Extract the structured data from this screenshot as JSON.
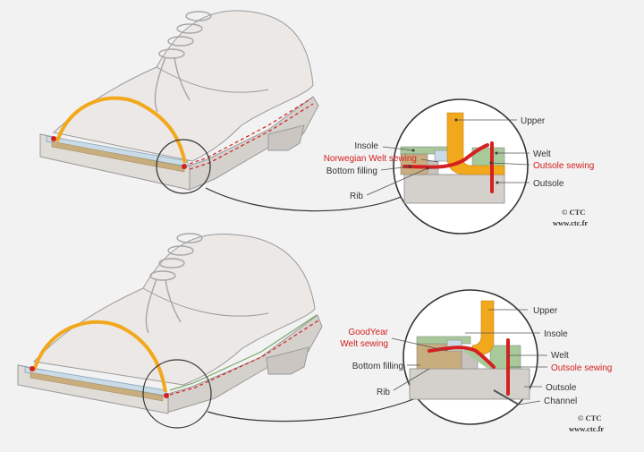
{
  "colors": {
    "background": "#f2f2f2",
    "shoe_fill": "#ebe8e6",
    "shoe_stroke": "#9a9a9a",
    "upper_orange": "#f2a81c",
    "insole_blue": "#c9dbe6",
    "filling_cork": "#c8ad7e",
    "welt_green": "#a8c99a",
    "outsole_grey": "#d4d0cc",
    "stitch_red": "#d42020",
    "label_text": "#333333"
  },
  "top": {
    "labels": {
      "upper": "Upper",
      "insole": "Insole",
      "welt": "Welt",
      "norwegian_sewing": "Norwegian Welt sewing",
      "outsole_sewing": "Outsole sewing",
      "bottom_filling": "Bottom filling",
      "outsole": "Outsole",
      "rib": "Rib"
    },
    "credit_line1": "© CTC",
    "credit_line2": "www.ctc.fr"
  },
  "bottom": {
    "labels": {
      "upper": "Upper",
      "insole": "Insole",
      "goodyear_line1": "GoodYear",
      "goodyear_line2": "Welt sewing",
      "welt": "Welt",
      "bottom_filling": "Bottom filling",
      "outsole_sewing": "Outsole sewing",
      "outsole": "Outsole",
      "rib": "Rib",
      "channel": "Channel"
    },
    "credit_line1": "© CTC",
    "credit_line2": "www.ctc.fr"
  }
}
